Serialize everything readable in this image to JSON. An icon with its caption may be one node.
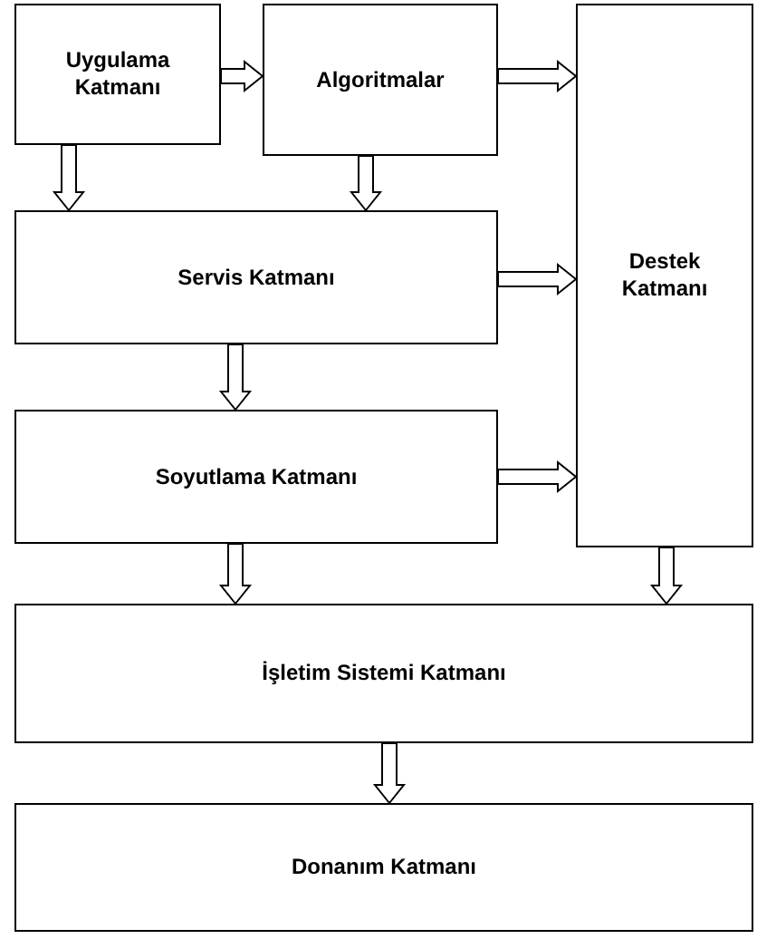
{
  "diagram": {
    "nodes": [
      {
        "text": [
          "Uygulama Katmanı"
        ]
      },
      {
        "text": [
          "Algoritmalar"
        ]
      },
      {
        "text": [
          "Destek Katmanı"
        ]
      },
      {
        "text": [
          "Servis Katmanı"
        ]
      },
      {
        "text": [
          "Soyutlama Katmanı"
        ]
      },
      {
        "text": [
          "İşletim Sistemi Katmanı"
        ]
      },
      {
        "text": [
          "Donanım Katmanı"
        ]
      }
    ],
    "edges": [
      {
        "from": 0,
        "to": 1,
        "arrow": "to"
      },
      {
        "from": 1,
        "to": 2,
        "arrow": "to"
      },
      {
        "from": 0,
        "to": 3,
        "arrow": "to"
      },
      {
        "from": 1,
        "to": 3,
        "arrow": "to"
      },
      {
        "from": 3,
        "to": 2,
        "arrow": "to"
      },
      {
        "from": 3,
        "to": 4,
        "arrow": "to"
      },
      {
        "from": 4,
        "to": 2,
        "arrow": "to"
      },
      {
        "from": 4,
        "to": 5,
        "arrow": "to"
      },
      {
        "from": 2,
        "to": 5,
        "arrow": "to"
      },
      {
        "from": 5,
        "to": 6,
        "arrow": "to"
      }
    ]
  }
}
